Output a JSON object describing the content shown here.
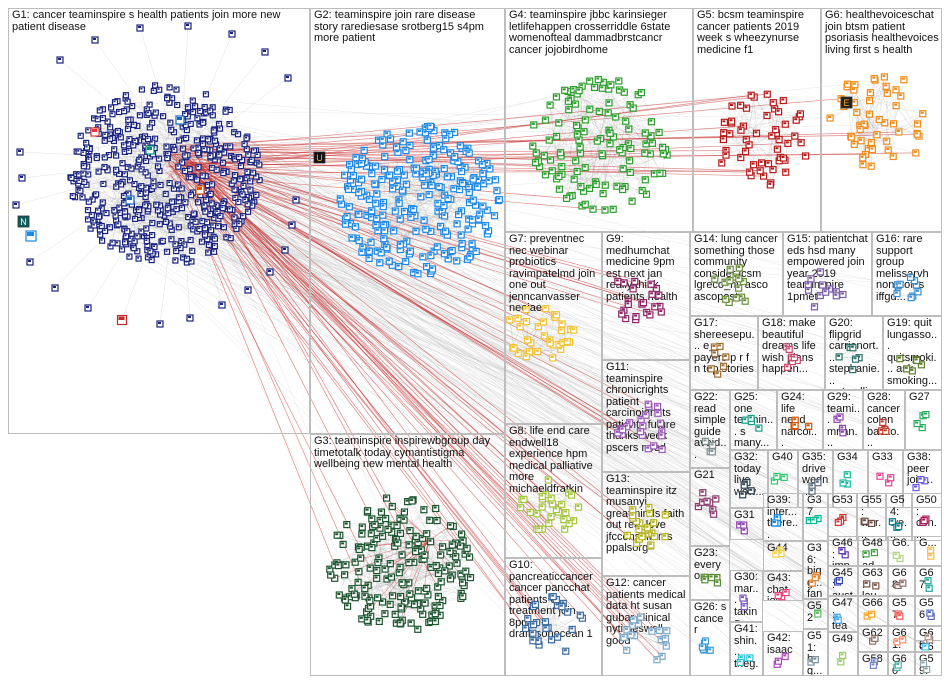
{
  "groups": [
    {
      "id": "G1",
      "label": "G1: cancer teaminspire s health patients join more new patient disease",
      "color": "#1a237e"
    },
    {
      "id": "G2",
      "label": "G2: teaminspire join rare disease story rarediesase srotberg15 s4pm more patient",
      "color": "#1e88e5"
    },
    {
      "id": "G4",
      "label": "G4: teaminspire jbbc karinsieger letlifehappen crosserriddle 6state womenofteal dammadbrstcancr cancer jojobirdhome",
      "color": "#2e9e2e"
    },
    {
      "id": "G5",
      "label": "G5: bcsm teaminspire cancer patients 2019 week s wheezynurse medicine f1",
      "color": "#b71c1c"
    },
    {
      "id": "G6",
      "label": "G6: healthevoiceschat join btsm patient psoriasis healthevoices living first s health",
      "color": "#ef8c1a"
    },
    {
      "id": "G7",
      "label": "G7: preventnec nec webinar probiotics ravimpatelmd join one out jenncanvasser neojae",
      "color": "#f2c230"
    },
    {
      "id": "G9",
      "label": "G9: medhumchat medicine 9pm est next jan really think patients health",
      "color": "#8e2466"
    },
    {
      "id": "G14",
      "label": "G14: lung cancer something those community consider lcsm lgreco_ny asco ascopost",
      "color": "#6a8f3a"
    },
    {
      "id": "G15",
      "label": "G15: patientchat eds hsd many empowered join year 2019 teaminspire 1pmet",
      "color": "#7b5ea7"
    },
    {
      "id": "G16",
      "label": "G16: rare support group melissarvh nonprofits iffgd...",
      "color": "#3b8ed0"
    },
    {
      "id": "G17",
      "label": "G17: shereesepu... e_c payers p r f n top stories",
      "color": "#9c6b30"
    },
    {
      "id": "G18",
      "label": "G18: make beautiful dreams life wish plans happen...",
      "color": "#c94a6a"
    },
    {
      "id": "G20",
      "label": "G20: flipgrid carrienort... stephanie... mrtmullin...",
      "color": "#2a6f66"
    },
    {
      "id": "G19",
      "label": "G19: quit lungasso... quitsmoki... ask smoking...",
      "color": "#5b7d2b"
    },
    {
      "id": "G11",
      "label": "G11: teaminspire chronicrights patient carcinoidnets patients future thanks week pscers need",
      "color": "#9b59b6"
    },
    {
      "id": "G8",
      "label": "G8: life end care endwell18 experience hpm medical palliative more michaeldfratkin",
      "color": "#a4c639"
    },
    {
      "id": "G22",
      "label": "G22: read simple guide avoid...",
      "color": "#7f8c8d"
    },
    {
      "id": "G25",
      "label": "G25: one teamin... s many...",
      "color": "#16a085"
    },
    {
      "id": "G24",
      "label": "G24: life need narcol... stanfor...",
      "color": "#d35400"
    },
    {
      "id": "G29",
      "label": "G29: teami... mrlan... happy...",
      "color": "#8e44ad"
    },
    {
      "id": "G28",
      "label": "G28: cancer colon backo...",
      "color": "#c0392b"
    },
    {
      "id": "G27",
      "label": "G27",
      "color": "#27ae60"
    },
    {
      "id": "G3",
      "label": "G3: teaminspire inspirewbgroup day timetotalk today cymantistigma wellbeing new mental health",
      "color": "#1e5631"
    },
    {
      "id": "G13",
      "label": "G13: teaminspire itz musanyi greatminds faith out real love jfcconsultants ppalsorg",
      "color": "#b7b31e"
    },
    {
      "id": "G21",
      "label": "G21",
      "color": "#8e3b70"
    },
    {
      "id": "G32",
      "label": "G32: today live wow...",
      "color": "#2c3e50"
    },
    {
      "id": "G40",
      "label": "G40",
      "color": "#2ecc71"
    },
    {
      "id": "G35",
      "label": "G35: drive wedn...",
      "color": "#5d6d7e"
    },
    {
      "id": "G34",
      "label": "G34",
      "color": "#1abc9c"
    },
    {
      "id": "G33",
      "label": "G33",
      "color": "#e84393"
    },
    {
      "id": "G38",
      "label": "G38: peer join...",
      "color": "#6c5ce7"
    },
    {
      "id": "G39",
      "label": "G39: inter... there...",
      "color": "#0984e3"
    },
    {
      "id": "G37",
      "label": "G37",
      "color": "#00b894"
    },
    {
      "id": "G53",
      "label": "G53",
      "color": "#d63031"
    },
    {
      "id": "G55",
      "label": "G55: wor... car...",
      "color": "#6d4c41"
    },
    {
      "id": "G54",
      "label": "G54: we...",
      "color": "#00838f"
    },
    {
      "id": "G50",
      "label": "G50: con... stu...",
      "color": "#ad1457"
    },
    {
      "id": "G31",
      "label": "G31",
      "color": "#8e44ad"
    },
    {
      "id": "G46",
      "label": "G46: impa...",
      "color": "#5e35b1"
    },
    {
      "id": "G48",
      "label": "G48: ad...",
      "color": "#43a047"
    },
    {
      "id": "G36",
      "label": "G36: bigg... fans...",
      "color": "#e67e22"
    },
    {
      "id": "G23",
      "label": "G23: everyo...",
      "color": "#558b2f"
    },
    {
      "id": "G44",
      "label": "G44",
      "color": "#f4d03f"
    },
    {
      "id": "G45",
      "label": "G45: austi...",
      "color": "#3949ab"
    },
    {
      "id": "G63",
      "label": "G63: lau...",
      "color": "#795548"
    },
    {
      "id": "G68",
      "label": "G68",
      "color": "#8d6e63"
    },
    {
      "id": "G67",
      "label": "G67",
      "color": "#26a69a"
    },
    {
      "id": "G30",
      "label": "G30: mar... taking adv...",
      "color": "#7e57c2"
    },
    {
      "id": "G43",
      "label": "G43: chat join...",
      "color": "#ec407a"
    },
    {
      "id": "G52",
      "label": "G52",
      "color": "#66bb6a"
    },
    {
      "id": "G47",
      "label": "G47: team...",
      "color": "#42a5f5"
    },
    {
      "id": "G66",
      "label": "G66",
      "color": "#ffa726"
    },
    {
      "id": "G57",
      "label": "G57",
      "color": "#ef5350"
    },
    {
      "id": "G56",
      "label": "G56",
      "color": "#5c6bc0"
    },
    {
      "id": "G10",
      "label": "G10: pancreaticcancer cancer pancchat patients dr treatment join 8pm draflysonocean 1",
      "color": "#3b6aa0"
    },
    {
      "id": "G12",
      "label": "G12: cancer patients medical data ht susan gubar clinical nytimeswell good",
      "color": "#7fa8c9"
    },
    {
      "id": "G26",
      "label": "G26: s cancer",
      "color": "#3a9ad9"
    },
    {
      "id": "G41",
      "label": "G41: shin... theg...",
      "color": "#26c6da"
    },
    {
      "id": "G42",
      "label": "G42: isaac",
      "color": "#ab47bc"
    },
    {
      "id": "G51",
      "label": "G51: hug...",
      "color": "#78909c"
    },
    {
      "id": "G49",
      "label": "G49",
      "color": "#9ccc65"
    },
    {
      "id": "G62",
      "label": "G62",
      "color": "#8d6e63"
    },
    {
      "id": "G58",
      "label": "G58",
      "color": "#7986cb"
    },
    {
      "id": "G60",
      "label": "G60",
      "color": "#4db6ac"
    },
    {
      "id": "G61",
      "label": "G61: ...",
      "color": "#ff8a65"
    },
    {
      "id": "G65",
      "label": "G65: ...",
      "color": "#a1887f"
    },
    {
      "id": "G59",
      "label": "G59: ...",
      "color": "#90a4ae"
    },
    {
      "id": "G64",
      "label": "G64",
      "color": "#4fc3f7"
    },
    {
      "id": "G06",
      "label": "G6...",
      "color": "#aed581"
    },
    {
      "id": "G09",
      "label": "G...",
      "color": "#ffb74d"
    }
  ],
  "node_badges": [
    "U",
    "N",
    "E"
  ],
  "edge_colors": {
    "cross_group": "#c62828",
    "within_group": "#9e9e9e"
  }
}
